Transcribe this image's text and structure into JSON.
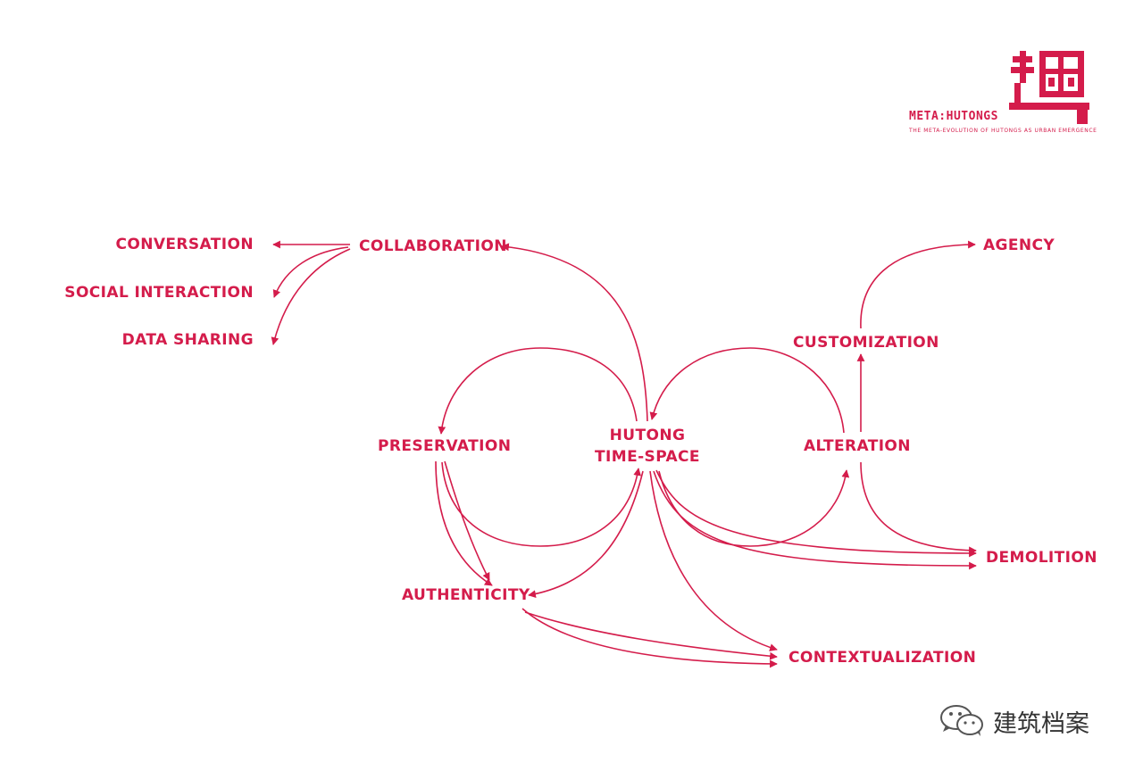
{
  "colors": {
    "accent": "#d41c4b",
    "watermark": "#333333"
  },
  "logo": {
    "title": "META:HUTONGS",
    "subtitle": "THE META-EVOLUTION OF HUTONGS AS URBAN EMERGENCE",
    "mark_icon": "hutong-glyph-logo-icon"
  },
  "diagram": {
    "center": {
      "line1": "HUTONG",
      "line2": "TIME-SPACE"
    },
    "nodes": {
      "conversation": "CONVERSATION",
      "social_interaction": "SOCIAL INTERACTION",
      "data_sharing": "DATA SHARING",
      "collaboration": "COLLABORATION",
      "preservation": "PRESERVATION",
      "authenticity": "AUTHENTICITY",
      "contextualization": "CONTEXTUALIZATION",
      "alteration": "ALTERATION",
      "customization": "CUSTOMIZATION",
      "agency": "AGENCY",
      "demolition": "DEMOLITION"
    }
  },
  "watermark": {
    "text": "建筑档案",
    "icon": "wechat-icon"
  }
}
